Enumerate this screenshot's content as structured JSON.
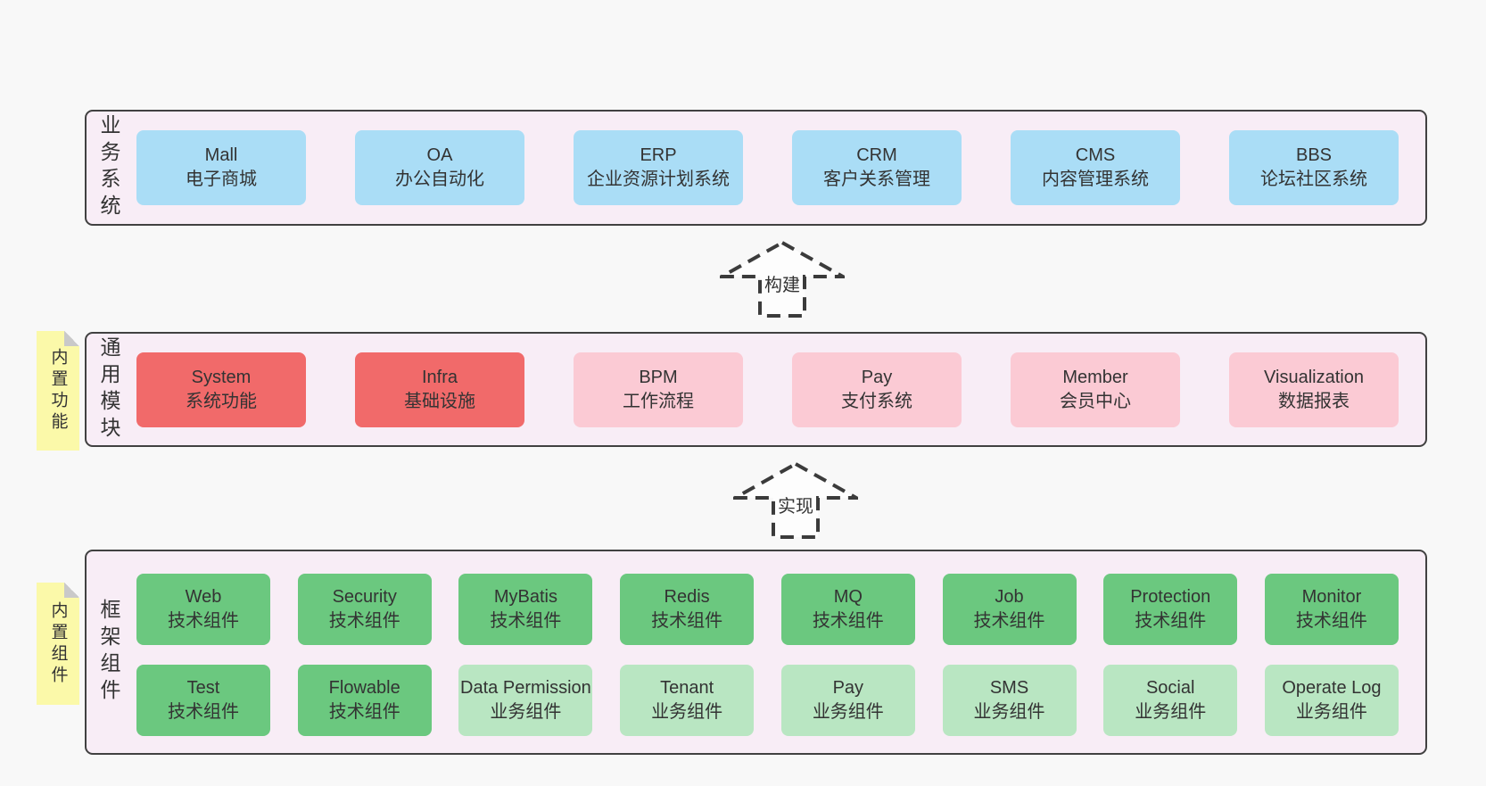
{
  "colors": {
    "page_bg": "#f8f8f8",
    "section_bg": "#f8edf6",
    "section_border": "#414141",
    "blue": "#aaddf6",
    "red": "#f16a6a",
    "pink": "#fbcad4",
    "green": "#6bc87f",
    "green_light": "#b9e6c2",
    "sticky_yellow": "#fbf9a9",
    "fold_gray": "#c9c9c9",
    "text": "#333333"
  },
  "arrows": [
    {
      "label": "构建"
    },
    {
      "label": "实现"
    }
  ],
  "sections": [
    {
      "label": "业务系统",
      "boxes": [
        {
          "title": "Mall",
          "subtitle": "电子商城",
          "variant": "blue"
        },
        {
          "title": "OA",
          "subtitle": "办公自动化",
          "variant": "blue"
        },
        {
          "title": "ERP",
          "subtitle": "企业资源计划系统",
          "variant": "blue"
        },
        {
          "title": "CRM",
          "subtitle": "客户关系管理",
          "variant": "blue"
        },
        {
          "title": "CMS",
          "subtitle": "内容管理系统",
          "variant": "blue"
        },
        {
          "title": "BBS",
          "subtitle": "论坛社区系统",
          "variant": "blue"
        }
      ]
    },
    {
      "label": "通用模块",
      "sticky": "内置功能",
      "boxes": [
        {
          "title": "System",
          "subtitle": "系统功能",
          "variant": "red"
        },
        {
          "title": "Infra",
          "subtitle": "基础设施",
          "variant": "red"
        },
        {
          "title": "BPM",
          "subtitle": "工作流程",
          "variant": "pink"
        },
        {
          "title": "Pay",
          "subtitle": "支付系统",
          "variant": "pink"
        },
        {
          "title": "Member",
          "subtitle": "会员中心",
          "variant": "pink"
        },
        {
          "title": "Visualization",
          "subtitle": "数据报表",
          "variant": "pink"
        }
      ]
    },
    {
      "label": "框架组件",
      "sticky": "内置组件",
      "rows": [
        {
          "boxes": [
            {
              "title": "Web",
              "subtitle": "技术组件",
              "variant": "green"
            },
            {
              "title": "Security",
              "subtitle": "技术组件",
              "variant": "green"
            },
            {
              "title": "MyBatis",
              "subtitle": "技术组件",
              "variant": "green"
            },
            {
              "title": "Redis",
              "subtitle": "技术组件",
              "variant": "green"
            },
            {
              "title": "MQ",
              "subtitle": "技术组件",
              "variant": "green"
            },
            {
              "title": "Job",
              "subtitle": "技术组件",
              "variant": "green"
            },
            {
              "title": "Protection",
              "subtitle": "技术组件",
              "variant": "green"
            },
            {
              "title": "Monitor",
              "subtitle": "技术组件",
              "variant": "green"
            }
          ]
        },
        {
          "boxes": [
            {
              "title": "Test",
              "subtitle": "技术组件",
              "variant": "green"
            },
            {
              "title": "Flowable",
              "subtitle": "技术组件",
              "variant": "green"
            },
            {
              "title": "Data Permission",
              "subtitle": "业务组件",
              "variant": "green-light"
            },
            {
              "title": "Tenant",
              "subtitle": "业务组件",
              "variant": "green-light"
            },
            {
              "title": "Pay",
              "subtitle": "业务组件",
              "variant": "green-light"
            },
            {
              "title": "SMS",
              "subtitle": "业务组件",
              "variant": "green-light"
            },
            {
              "title": "Social",
              "subtitle": "业务组件",
              "variant": "green-light"
            },
            {
              "title": "Operate Log",
              "subtitle": "业务组件",
              "variant": "green-light"
            }
          ]
        }
      ]
    }
  ]
}
